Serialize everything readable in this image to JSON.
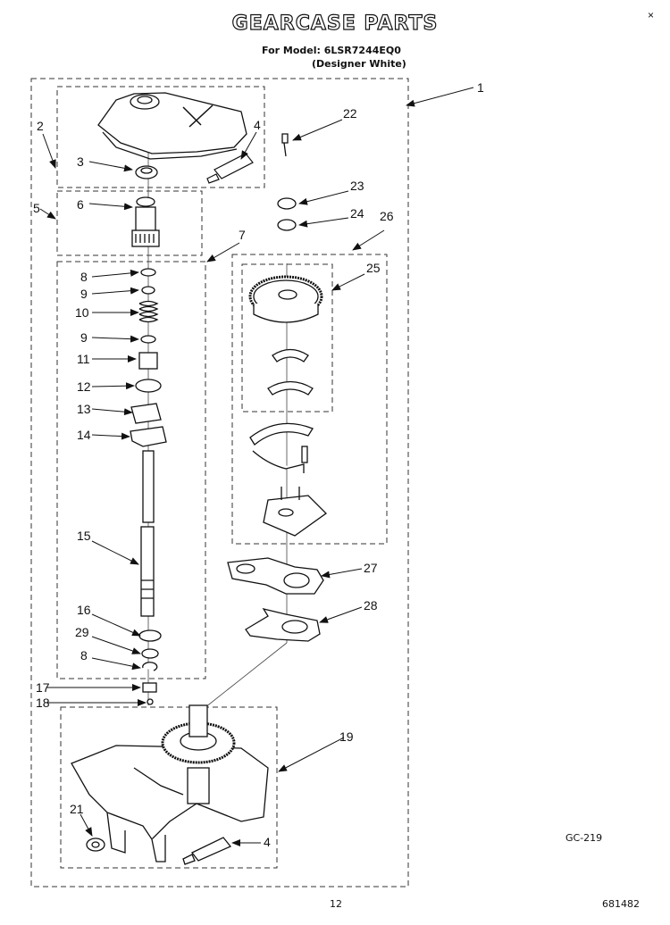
{
  "header": {
    "title": "GEARCASE PARTS",
    "model_line": "For Model: 6LSR7244EQ0",
    "color_line": "(Designer White)",
    "corner_mark": "×"
  },
  "callouts": [
    "1",
    "2",
    "3",
    "4",
    "5",
    "6",
    "7",
    "8",
    "9",
    "10",
    "9",
    "11",
    "12",
    "13",
    "14",
    "15",
    "16",
    "29",
    "8",
    "17",
    "18",
    "19",
    "21",
    "4",
    "22",
    "23",
    "24",
    "26",
    "25",
    "27",
    "28"
  ],
  "footer": {
    "drawing_code": "GC-219",
    "page_number": "12",
    "doc_number": "681482"
  }
}
